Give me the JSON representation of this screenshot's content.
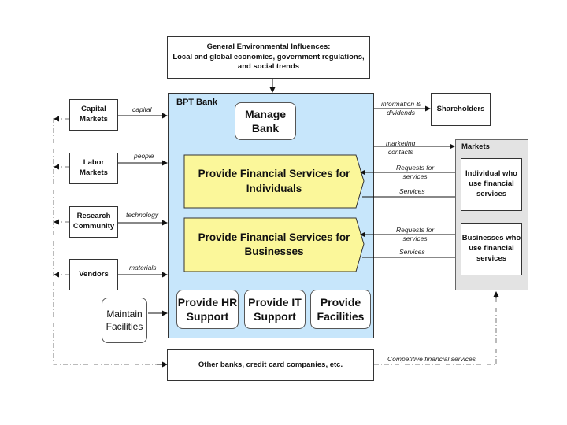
{
  "environment": {
    "title": "General Environmental Influences:",
    "text": "Local and global economies, government regulations,\nand social trends"
  },
  "bank": {
    "title": "BPT Bank",
    "manage": "Manage\nBank",
    "core": [
      {
        "label": "Provide Financial Services for\nIndividuals"
      },
      {
        "label": "Provide Financial Services for\nBusinesses"
      }
    ],
    "support": [
      {
        "label": "Provide HR\nSupport"
      },
      {
        "label": "Provide IT\nSupport"
      },
      {
        "label": "Provide\nFacilities"
      }
    ]
  },
  "inputs": [
    {
      "source": "Capital\nMarkets",
      "flow": "capital"
    },
    {
      "source": "Labor\nMarkets",
      "flow": "people"
    },
    {
      "source": "Research\nCommunity",
      "flow": "technology"
    },
    {
      "source": "Vendors",
      "flow": "materials"
    }
  ],
  "maintain_facilities": "Maintain\nFacilities",
  "shareholders": {
    "label": "Shareholders",
    "flow": "information &\ndividends"
  },
  "markets": {
    "title": "Markets",
    "marketing_flow": "marketing\ncontacts",
    "segments": [
      {
        "label": "Individual who\nuse financial\nservices",
        "request_flow": "Requests for\nservices",
        "service_flow": "Services"
      },
      {
        "label": "Businesses who\nuse financial\nservices",
        "request_flow": "Requests for\nservices",
        "service_flow": "Services"
      }
    ]
  },
  "competitors": {
    "label": "Other banks, credit card companies, etc.",
    "flow": "Competitive financial services"
  },
  "colors": {
    "bank_fill": "#c7e6fb",
    "core_fill": "#fbf79a",
    "markets_fill": "#e3e3e3",
    "line": "#333333"
  }
}
